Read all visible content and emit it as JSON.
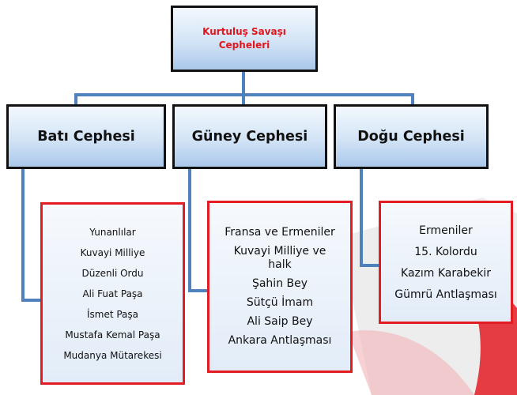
{
  "colors": {
    "connector": "#4f81bd",
    "root_text": "#e0161d",
    "node_border": "#111111",
    "detail_border": "#e31b23",
    "swoosh_red": "#e31b23",
    "swoosh_grey": "#dcdcdc"
  },
  "root": {
    "label": "Kurtuluş Savaşı\nCepheleri"
  },
  "categories": [
    {
      "label": "Batı Cephesi"
    },
    {
      "label": "Güney Cephesi"
    },
    {
      "label": "Doğu Cephesi"
    }
  ],
  "details": {
    "bati": [
      "Yunanlılar",
      "Kuvayi Milliye",
      "Düzenli Ordu",
      "Ali Fuat Paşa",
      "İsmet Paşa",
      "Mustafa Kemal Paşa",
      "Mudanya Mütarekesi"
    ],
    "guney": [
      "Fransa ve Ermeniler",
      "Kuvayi Milliye ve halk",
      "Şahin Bey",
      "Sütçü İmam",
      "Ali Saip Bey",
      "Ankara Antlaşması"
    ],
    "dogu": [
      "Ermeniler",
      "15. Kolordu",
      "Kazım Karabekir",
      "Gümrü Antlaşması"
    ]
  }
}
